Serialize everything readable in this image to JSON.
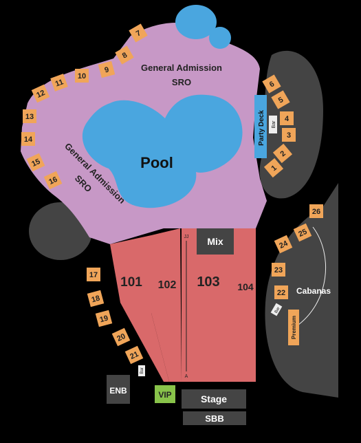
{
  "map": {
    "ga_top": [
      "General Admission",
      "SRO"
    ],
    "ga_left": [
      "General Admission",
      "SRO"
    ],
    "pool": "Pool",
    "party_deck": "Party Deck",
    "bar_label": "Bar",
    "mix": "Mix",
    "stage": "Stage",
    "sbb": "SBB",
    "enb": "ENB",
    "vip": "VIP",
    "cabanas": "Cabanas",
    "premium": "Premium",
    "row_top": "JJ",
    "row_bottom": "A",
    "sections": [
      "101",
      "102",
      "103",
      "104"
    ],
    "cabana_numbers": [
      "1",
      "2",
      "3",
      "4",
      "5",
      "6",
      "7",
      "8",
      "9",
      "10",
      "11",
      "12",
      "13",
      "14",
      "15",
      "16",
      "17",
      "18",
      "19",
      "20",
      "21",
      "22",
      "23",
      "24",
      "25",
      "26"
    ]
  },
  "colors": {
    "background": "#000000",
    "ga_area": "#c798c6",
    "pool": "#4aa6df",
    "seating": "#d9696a",
    "cabana_box": "#f0a559",
    "dark_zone": "#444444",
    "vip": "#88c34a",
    "party_deck": "#4aa6df"
  }
}
